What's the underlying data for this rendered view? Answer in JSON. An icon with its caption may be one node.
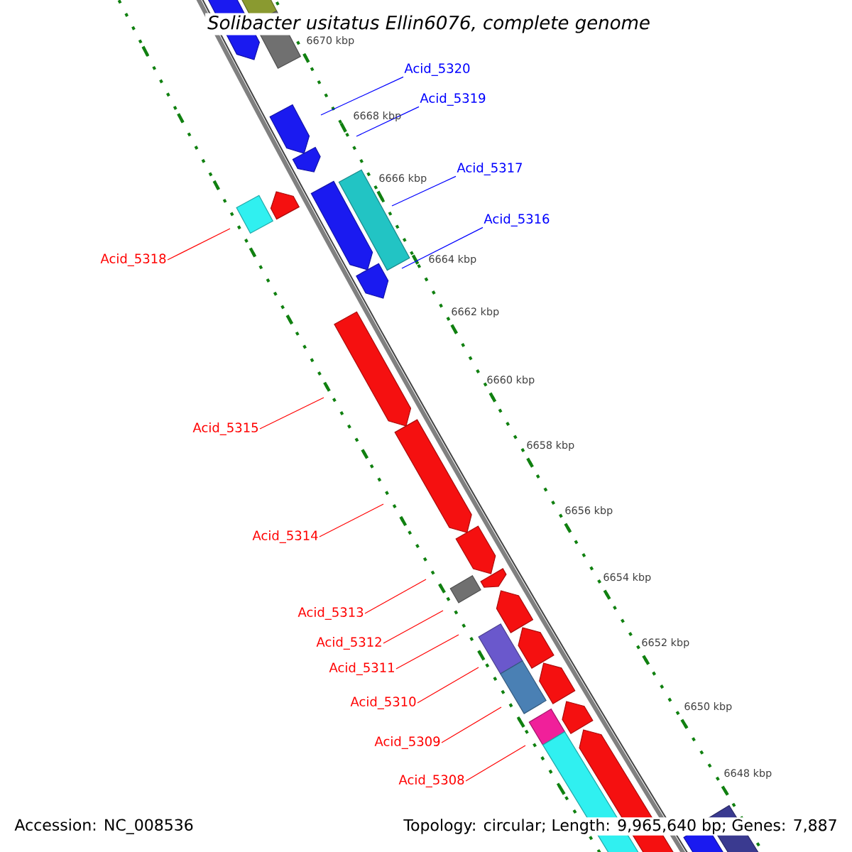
{
  "diagram": {
    "title": "Solibacter usitatus Ellin6076, complete genome",
    "nodes": [
      {
        "text": [
          "Acid_5320"
        ]
      },
      {
        "text": [
          "Acid_5319"
        ]
      },
      {
        "text": [
          "Acid_5317"
        ]
      },
      {
        "text": [
          "Acid_5316"
        ]
      },
      {
        "text": [
          "Acid_5318"
        ]
      },
      {
        "text": [
          "Acid_5315"
        ]
      },
      {
        "text": [
          "Acid_5314"
        ]
      },
      {
        "text": [
          "Acid_5313"
        ]
      },
      {
        "text": [
          "Acid_5312"
        ]
      },
      {
        "text": [
          "Acid_5311"
        ]
      },
      {
        "text": [
          "Acid_5310"
        ]
      },
      {
        "text": [
          "Acid_5309"
        ]
      },
      {
        "text": [
          "Acid_5308"
        ]
      }
    ],
    "edges": [
      {
        "from": 0,
        "to": null,
        "arrow": "none",
        "color": "#0000ff"
      },
      {
        "from": 1,
        "to": null,
        "arrow": "none",
        "color": "#0000ff"
      },
      {
        "from": 2,
        "to": null,
        "arrow": "none",
        "color": "#0000ff"
      },
      {
        "from": 3,
        "to": null,
        "arrow": "none",
        "color": "#0000ff"
      },
      {
        "from": 4,
        "to": null,
        "arrow": "none"
      },
      {
        "from": 5,
        "to": null,
        "arrow": "none"
      },
      {
        "from": 6,
        "to": null,
        "arrow": "none"
      },
      {
        "from": 7,
        "to": null,
        "arrow": "none"
      },
      {
        "from": 8,
        "to": null,
        "arrow": "none"
      },
      {
        "from": 9,
        "to": null,
        "arrow": "none"
      },
      {
        "from": 10,
        "to": null,
        "arrow": "none"
      },
      {
        "from": 11,
        "to": null,
        "arrow": "none"
      },
      {
        "from": 12,
        "to": null,
        "arrow": "none"
      }
    ],
    "labels": [
      "6670 kbp",
      "6668 kbp",
      "6666 kbp",
      "6664 kbp",
      "6662 kbp",
      "6660 kbp",
      "6658 kbp",
      "6656 kbp",
      "6654 kbp",
      "6652 kbp",
      "6650 kbp",
      "6648 kbp",
      "Accession: NC_008536",
      "Topology: circular; Length: 9,965,640 bp; Genes: 7,887"
    ]
  }
}
